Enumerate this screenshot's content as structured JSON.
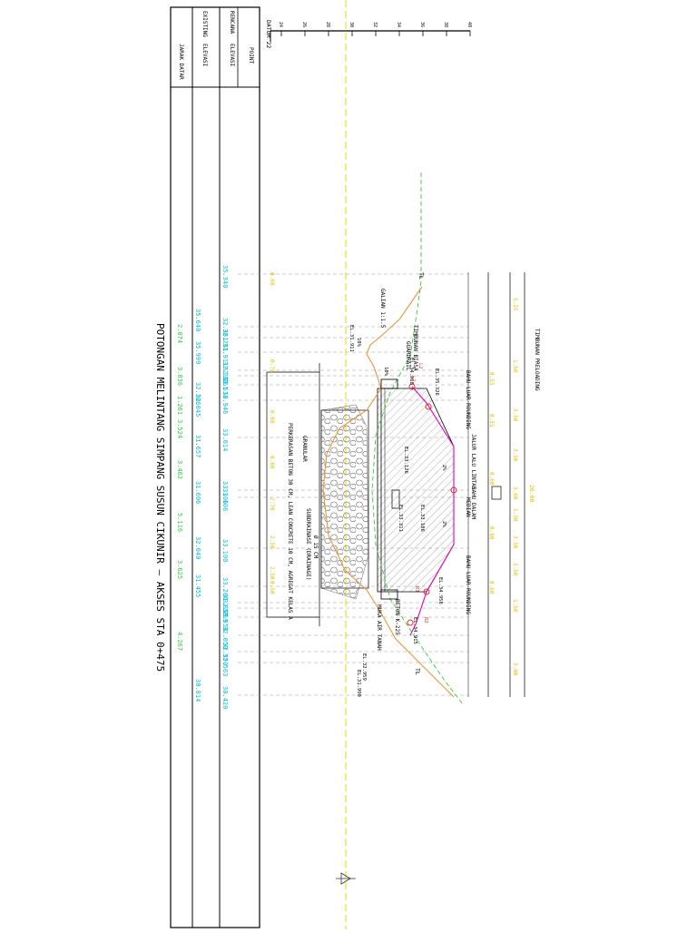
{
  "title": "POTONGAN MELINTANG SIMPANG SUSUN CIKUNIR – AKSES STA 0+475",
  "datum_label": "DATUM 22",
  "axis_ticks": [
    "24",
    "26",
    "28",
    "30",
    "32",
    "34",
    "36",
    "38",
    "40"
  ],
  "table": {
    "header_point": "POINT",
    "rows": [
      {
        "group": "RENCANA",
        "label": "ELEVASI"
      },
      {
        "group": "EXISTING",
        "label": "ELEVASI"
      },
      {
        "group": "",
        "label": "JARAK DATAR"
      }
    ],
    "rencana_elevasi": [
      "35.340",
      "32.361",
      "32.261",
      "31.911",
      "32.261",
      "32.261",
      "32.516",
      "32.946",
      "33.014",
      "33.106",
      "33.106",
      "33.100",
      "33.266",
      "31.059",
      "32.259",
      "32.550",
      "32.050",
      "32.550",
      "32.563",
      "30.420"
    ],
    "existing_elevasi": [
      "35.640",
      "35.999",
      "32.106",
      "32.045",
      "31.657",
      "31.606",
      "32.040",
      "31.455",
      "30.814"
    ],
    "jarak_datar": [
      "2.074",
      "3.836",
      "1.261",
      "3.524",
      "3.462",
      "5.116",
      "3.625",
      "4.267"
    ]
  },
  "annotations": {
    "tl": "TL",
    "elevation_labels": [
      "EL.31.911",
      "EL.34.968",
      "EL.35.326",
      "EL.34.956",
      "EL.34.915",
      "EL.32.959",
      "EL.33.311",
      "EL.33.126",
      "EL.33.106",
      "EL.31.990"
    ],
    "points": [
      "L2",
      "L1",
      "R1",
      "R2"
    ],
    "slopes": [
      "10%",
      "10%",
      "2%",
      "2%"
    ],
    "callout_left_1": "GALIAN 1:1.5",
    "callout_left_2": "TIMBUNAN BIASA",
    "callout_left_3": "GUARDRAIL",
    "timbunan_preloading": "TIMBUNAN PRELOADING",
    "bahu_luar_left": "BAHU LUAR ROUNDING",
    "jalur_lalu_lintas": "JALUR LALU LINTAS",
    "median": "MEDIAN",
    "bahu_dalam": "BAHU DALAM",
    "bahu_luar_right": "BAHU LUAR ROUNDING",
    "perkerasan": "PERKERASAN BETON 30 CM, LEAN CONCRETE 10 CM, AGREGAT KELAS A",
    "drainase": "SUBDRAINASE (DRAINAGE)",
    "drainage_note": "Ø 15 CM",
    "granular": "GRANULAR",
    "beton_note": "BETON K-225",
    "muka_air": "MUKA AIR TANAH",
    "dim_total": "26.00",
    "dims_top": [
      "5.25",
      "1.50",
      "3.50",
      "3.50",
      "3.60",
      "1.50",
      "3.50",
      "3.50",
      "1.50",
      "3.00"
    ],
    "dims_inner": [
      "0.55",
      "0.55",
      "0.60",
      "0.80",
      "0.60"
    ],
    "dims_bottom": [
      "0.60",
      "0.75",
      "0.60",
      "0.60",
      "2.70",
      "2.50",
      "2.50",
      "0.50"
    ]
  },
  "colors": {
    "line": "#000000",
    "cyan_text": "#00bcd4",
    "green_text": "#2ec94a",
    "yellow_text": "#e0c000",
    "ground_orange": "#e8973a",
    "design_magenta": "#e000c0",
    "red": "#e0302a",
    "green_line": "#33cc33",
    "hatch_gray": "#888888",
    "dash_yellow": "#e6d800"
  }
}
